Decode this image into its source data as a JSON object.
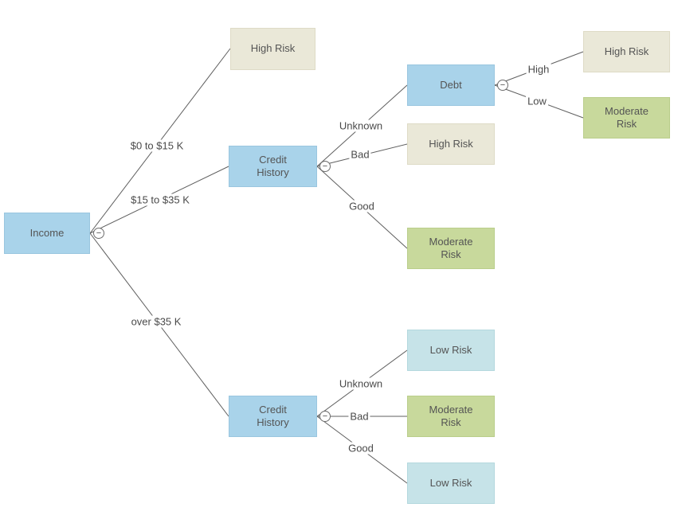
{
  "diagram": {
    "kind": "decision-tree",
    "background": "#ffffff",
    "toggle_symbol": "−",
    "colors": {
      "line": "#5f5f5f",
      "text": "#545454",
      "decision": {
        "fill": "#a9d3ea",
        "border": "#9ac6df"
      },
      "high": {
        "fill": "#eae8d8",
        "border": "#dedbc6"
      },
      "moderate": {
        "fill": "#c8d99c",
        "border": "#bace8b"
      },
      "low": {
        "fill": "#c6e3e8",
        "border": "#b4d8de"
      }
    },
    "nodes": [
      {
        "id": "income",
        "label": "Income",
        "type": "decision"
      },
      {
        "id": "high-risk-top",
        "label": "High Risk",
        "type": "high"
      },
      {
        "id": "credit-history-1",
        "label": "Credit\nHistory",
        "type": "decision"
      },
      {
        "id": "debt",
        "label": "Debt",
        "type": "decision"
      },
      {
        "id": "high-risk-debt-high",
        "label": "High Risk",
        "type": "high"
      },
      {
        "id": "moderate-risk-debt-low",
        "label": "Moderate\nRisk",
        "type": "moderate"
      },
      {
        "id": "high-risk-bad",
        "label": "High Risk",
        "type": "high"
      },
      {
        "id": "moderate-risk-good",
        "label": "Moderate\nRisk",
        "type": "moderate"
      },
      {
        "id": "credit-history-2",
        "label": "Credit\nHistory",
        "type": "decision"
      },
      {
        "id": "low-risk-unknown",
        "label": "Low Risk",
        "type": "low"
      },
      {
        "id": "moderate-risk-bad",
        "label": "Moderate\nRisk",
        "type": "moderate"
      },
      {
        "id": "low-risk-good",
        "label": "Low Risk",
        "type": "low"
      }
    ],
    "edges": [
      {
        "from": "income",
        "to": "high-risk-top",
        "label": "$0 to $15 K"
      },
      {
        "from": "income",
        "to": "credit-history-1",
        "label": "$15 to $35 K"
      },
      {
        "from": "income",
        "to": "credit-history-2",
        "label": "over $35 K"
      },
      {
        "from": "credit-history-1",
        "to": "debt",
        "label": "Unknown"
      },
      {
        "from": "credit-history-1",
        "to": "high-risk-bad",
        "label": "Bad"
      },
      {
        "from": "credit-history-1",
        "to": "moderate-risk-good",
        "label": "Good"
      },
      {
        "from": "debt",
        "to": "high-risk-debt-high",
        "label": "High"
      },
      {
        "from": "debt",
        "to": "moderate-risk-debt-low",
        "label": "Low"
      },
      {
        "from": "credit-history-2",
        "to": "low-risk-unknown",
        "label": "Unknown"
      },
      {
        "from": "credit-history-2",
        "to": "moderate-risk-bad",
        "label": "Bad"
      },
      {
        "from": "credit-history-2",
        "to": "low-risk-good",
        "label": "Good"
      }
    ]
  }
}
